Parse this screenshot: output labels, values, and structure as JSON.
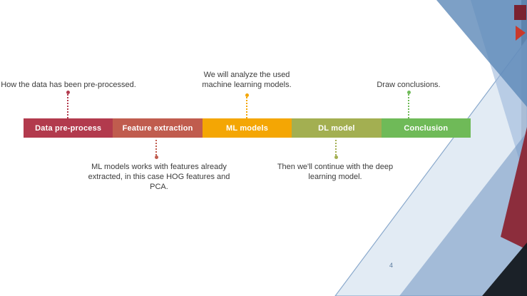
{
  "slide": {
    "page_number": "4",
    "timeline": {
      "segments": [
        {
          "label": "Data pre-process",
          "color": "#b23a4d"
        },
        {
          "label": "Feature extraction",
          "color": "#c05c4e"
        },
        {
          "label": "ML models",
          "color": "#f4a604"
        },
        {
          "label": "DL model",
          "color": "#a3af51"
        },
        {
          "label": "Conclusion",
          "color": "#6fba58"
        }
      ]
    },
    "callouts_above": [
      {
        "text": "How the data has been pre-processed.",
        "connector_color": "#b23a4d"
      },
      {
        "text": "We will analyze the used machine learning models.",
        "connector_color": "#f4a604"
      },
      {
        "text": "Draw conclusions.",
        "connector_color": "#6fba58"
      }
    ],
    "callouts_below": [
      {
        "text": "ML models works with features already extracted, in this case HOG features and PCA.",
        "connector_color": "#c05c4e"
      },
      {
        "text": "Then we'll continue with the deep learning model.",
        "connector_color": "#a3af51"
      }
    ],
    "decor_colors": {
      "maroon": "#8c2d3c",
      "red_arrow": "#c9392b",
      "blue_dark": "#41689b",
      "blue_mid": "#6f94c1",
      "blue_light": "#9db8da",
      "blue_pale": "#dde7f2",
      "edge_black": "#0d0d0d"
    }
  }
}
